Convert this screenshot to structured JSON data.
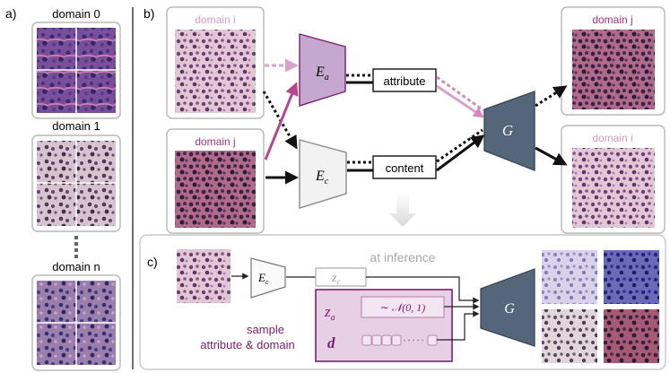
{
  "panel_a": {
    "label": "a)",
    "domains": [
      "domain 0",
      "domain 1",
      "domain n"
    ]
  },
  "panel_b": {
    "label": "b)",
    "input_top": "domain i",
    "input_bottom": "domain j",
    "encoder_a": "E",
    "encoder_a_sub": "a",
    "encoder_c": "E",
    "encoder_c_sub": "c",
    "attribute": "attribute",
    "content": "content",
    "generator": "G",
    "output_top": "domain j",
    "output_bottom": "domain i"
  },
  "panel_c": {
    "label": "c)",
    "title": "at inference",
    "encoder_c": "E",
    "encoder_c_sub": "c",
    "zc": "z",
    "zc_sub": "c",
    "za": "z",
    "za_sub": "a",
    "normal": "∼ 𝒩(0, 1)",
    "d": "d",
    "sample_line1": "sample",
    "sample_line2": "attribute & domain",
    "generator": "G"
  },
  "colors": {
    "purple": "#7a1f6e",
    "light_purple": "#d09bc5",
    "encoder_a_fill": "#c6a7cf",
    "generator_fill": "#56667a",
    "box_border": "#b8b8b8"
  }
}
